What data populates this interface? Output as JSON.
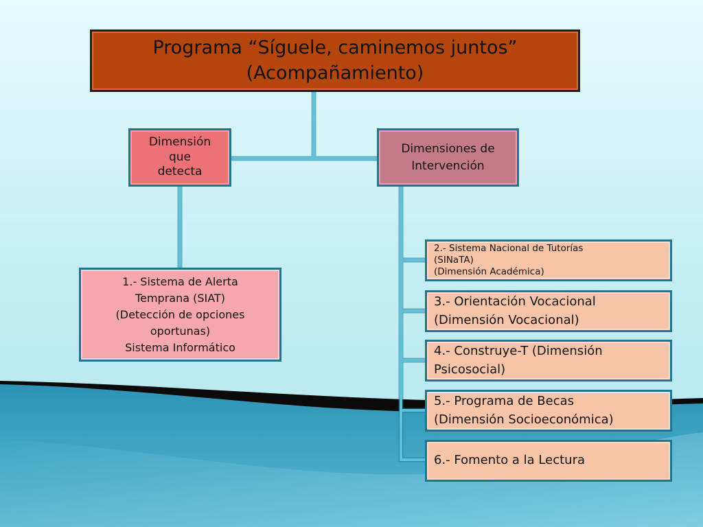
{
  "title": {
    "line1": "Programa “Síguele, caminemos juntos”",
    "line2": "(Acompañamiento)"
  },
  "dimension_detect": {
    "lines": [
      "Dimensión",
      "que",
      "detecta"
    ]
  },
  "dimension_intervention": {
    "lines": [
      "Dimensiones de",
      "Intervención"
    ]
  },
  "siat": {
    "lines": [
      "1.- Sistema de Alerta",
      "Temprana (SIAT)",
      "(Detección de opciones",
      "oportunas)",
      "Sistema Informático"
    ]
  },
  "items": [
    {
      "lines": [
        "2.- Sistema Nacional de Tutorías",
        "(SINaTA)",
        "(Dimensión Académica)"
      ]
    },
    {
      "lines": [
        "3.- Orientación Vocacional",
        "(Dimensión Vocacional)"
      ]
    },
    {
      "lines": [
        "4.- Construye-T (Dimensión",
        "Psicosocial)"
      ]
    },
    {
      "lines": [
        "5.- Programa de Becas",
        "(Dimensión Socioeconómica)"
      ]
    },
    {
      "lines": [
        "6.- Fomento a la Lectura"
      ]
    }
  ],
  "colors": {
    "title_fill": "#b5460e",
    "detect_fill": "#ec7277",
    "intervention_fill": "#c47a87",
    "siat_fill": "#f4a7ad",
    "item_fill": "#f7c4a7",
    "connector": "#4fb3cf",
    "border": "#1f7690"
  }
}
